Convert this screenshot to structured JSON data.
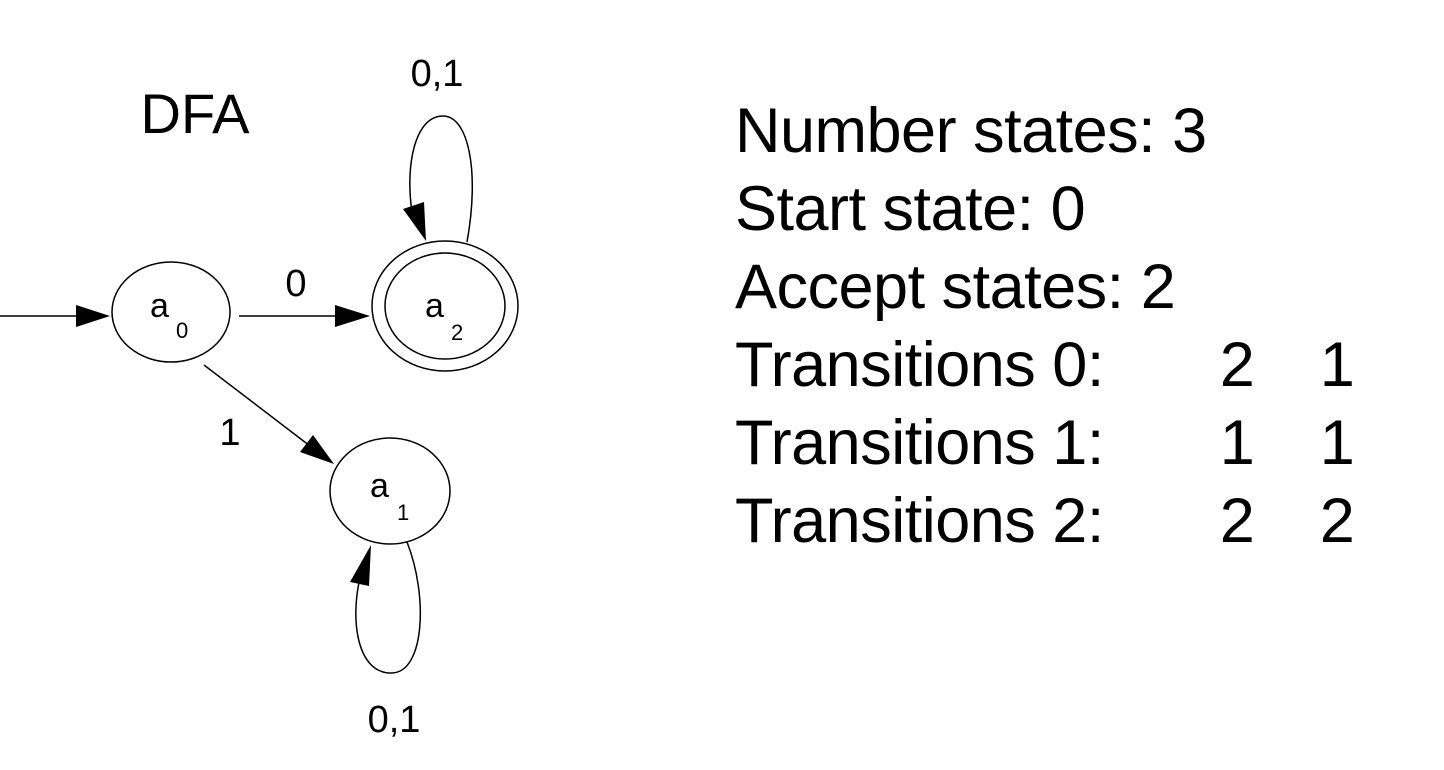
{
  "diagram": {
    "title": "DFA",
    "states": [
      {
        "base": "a",
        "sub": "0"
      },
      {
        "base": "a",
        "sub": "1"
      },
      {
        "base": "a",
        "sub": "2"
      }
    ],
    "edge_labels": {
      "a0_to_a2": "0",
      "a0_to_a1": "1",
      "a2_loop": "0,1",
      "a1_loop": "0,1"
    }
  },
  "info": {
    "number_states": "Number states: 3",
    "start_state": "Start state: 0",
    "accept_states": "Accept states: 2",
    "transitions": [
      {
        "label": "Transitions 0:",
        "values": [
          "2",
          "1"
        ]
      },
      {
        "label": "Transitions 1:",
        "values": [
          "1",
          "1"
        ]
      },
      {
        "label": "Transitions 2:",
        "values": [
          "2",
          "2"
        ]
      }
    ]
  }
}
